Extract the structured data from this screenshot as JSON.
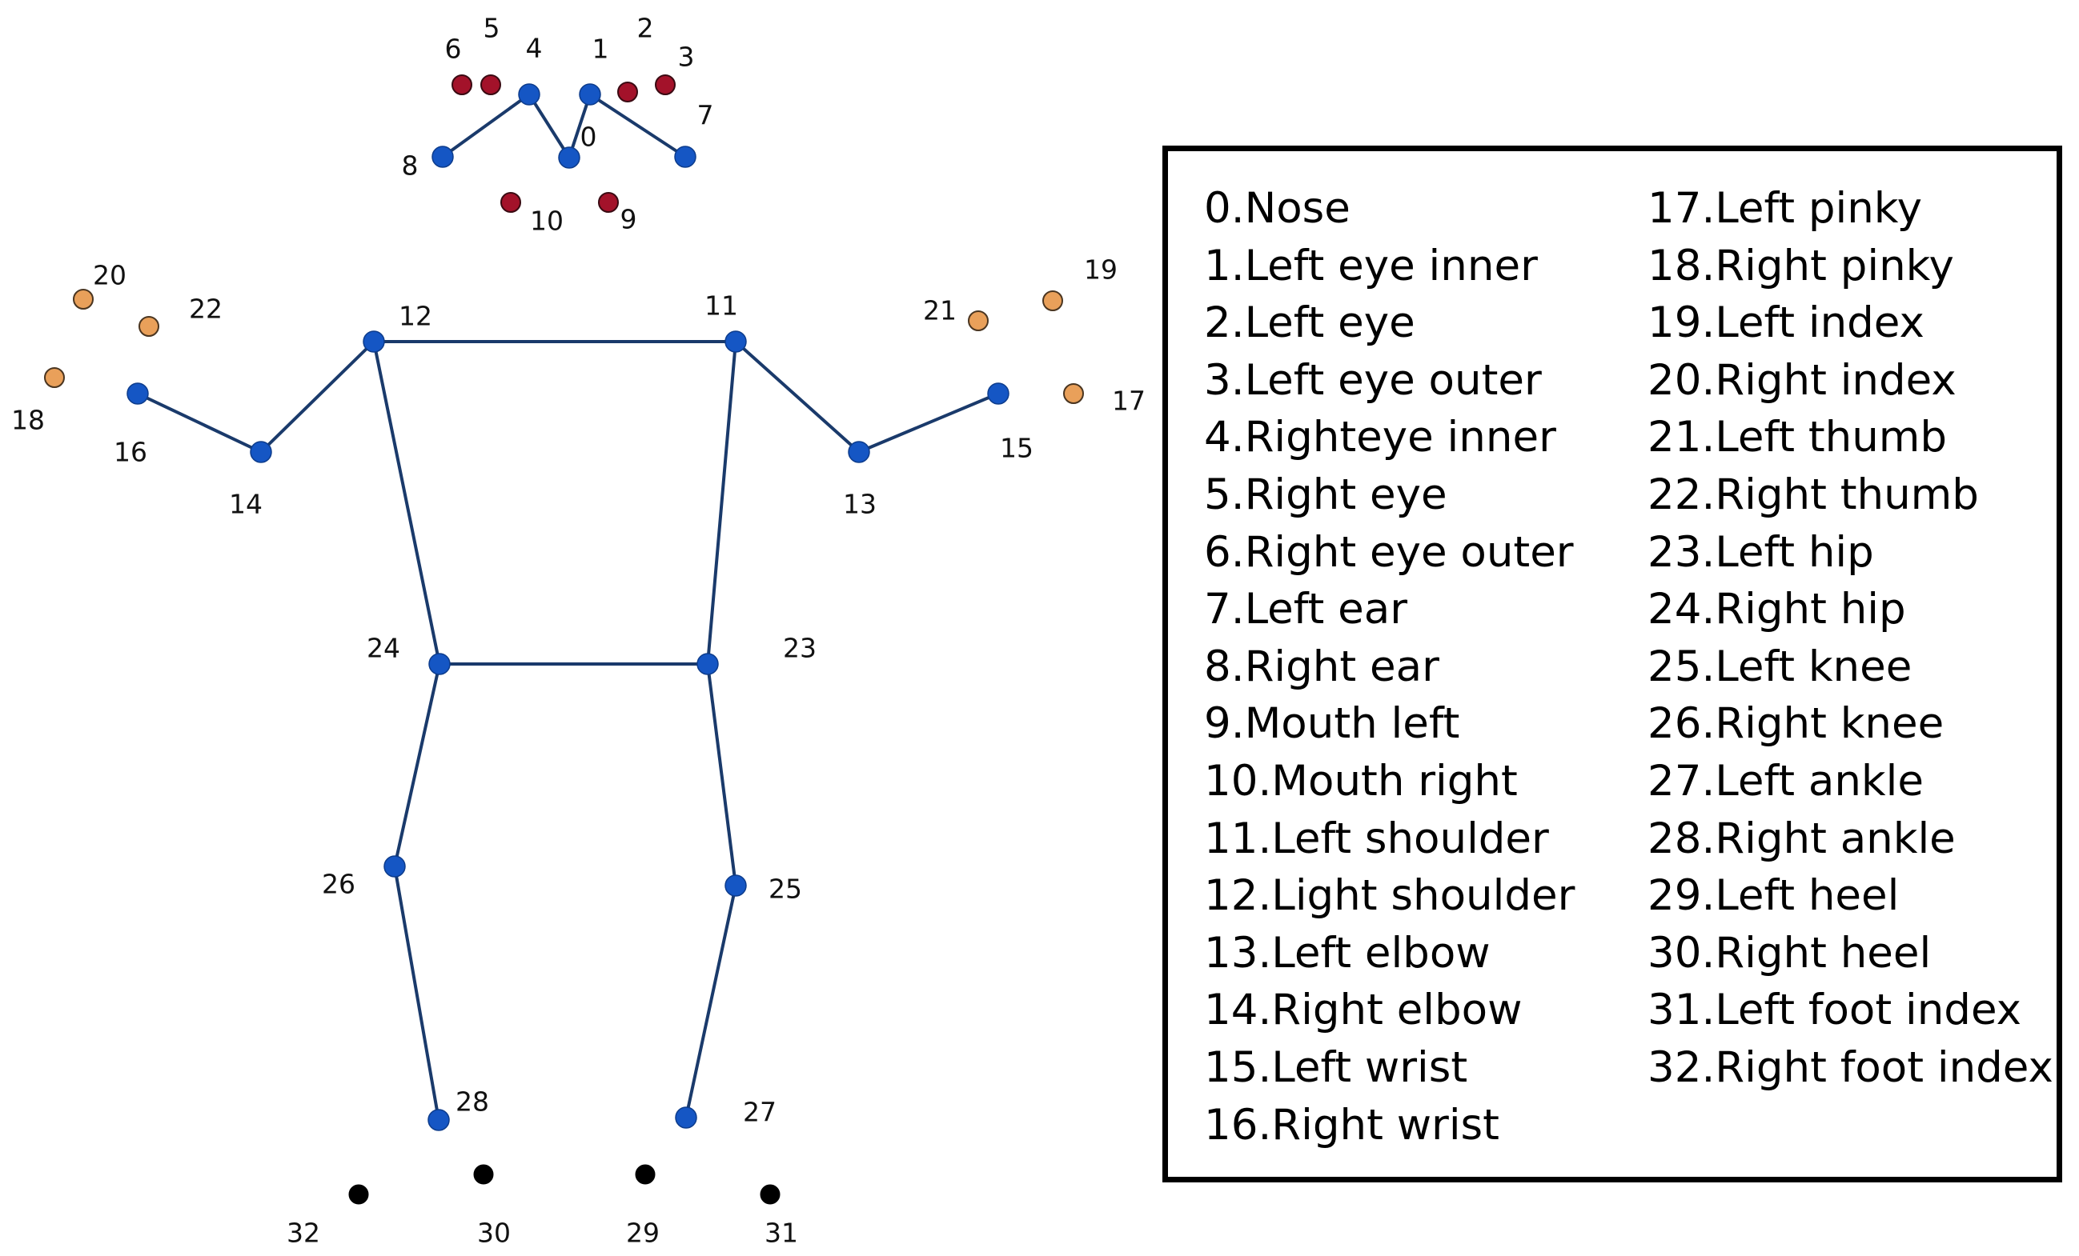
{
  "colors": {
    "bone": "#1a3a6b",
    "body_point": "#1556c4",
    "face_point": "#a3122a",
    "hand_point": "#e9a05a",
    "foot_point": "#000000",
    "legend_border": "#000000"
  },
  "keypoint_labels": [
    "0",
    "1",
    "2",
    "3",
    "4",
    "5",
    "6",
    "7",
    "8",
    "9",
    "10",
    "11",
    "12",
    "13",
    "14",
    "15",
    "16",
    "17",
    "18",
    "19",
    "20",
    "21",
    "22",
    "23",
    "24",
    "25",
    "26",
    "27",
    "28",
    "29",
    "30",
    "31",
    "32"
  ],
  "legend": {
    "left_column": [
      "0.Nose",
      "1.Left eye inner",
      "2.Left eye",
      "3.Left eye outer",
      "4.Righteye inner",
      "5.Right eye",
      "6.Right eye outer",
      "7.Left ear",
      "8.Right ear",
      "9.Mouth left",
      "10.Mouth right",
      "11.Left shoulder",
      "12.Light shoulder",
      "13.Left elbow",
      "14.Right elbow",
      "15.Left wrist",
      "16.Right wrist"
    ],
    "right_column": [
      "17.Left pinky",
      "18.Right pinky",
      "19.Left index",
      "20.Right index",
      "21.Left thumb",
      "22.Right thumb",
      "23.Left hip",
      "24.Right hip",
      "25.Left knee",
      "26.Right knee",
      "27.Left ankle",
      "28.Right ankle",
      "29.Left heel",
      "30.Right heel",
      "31.Left foot index",
      "32.Right foot index"
    ]
  }
}
